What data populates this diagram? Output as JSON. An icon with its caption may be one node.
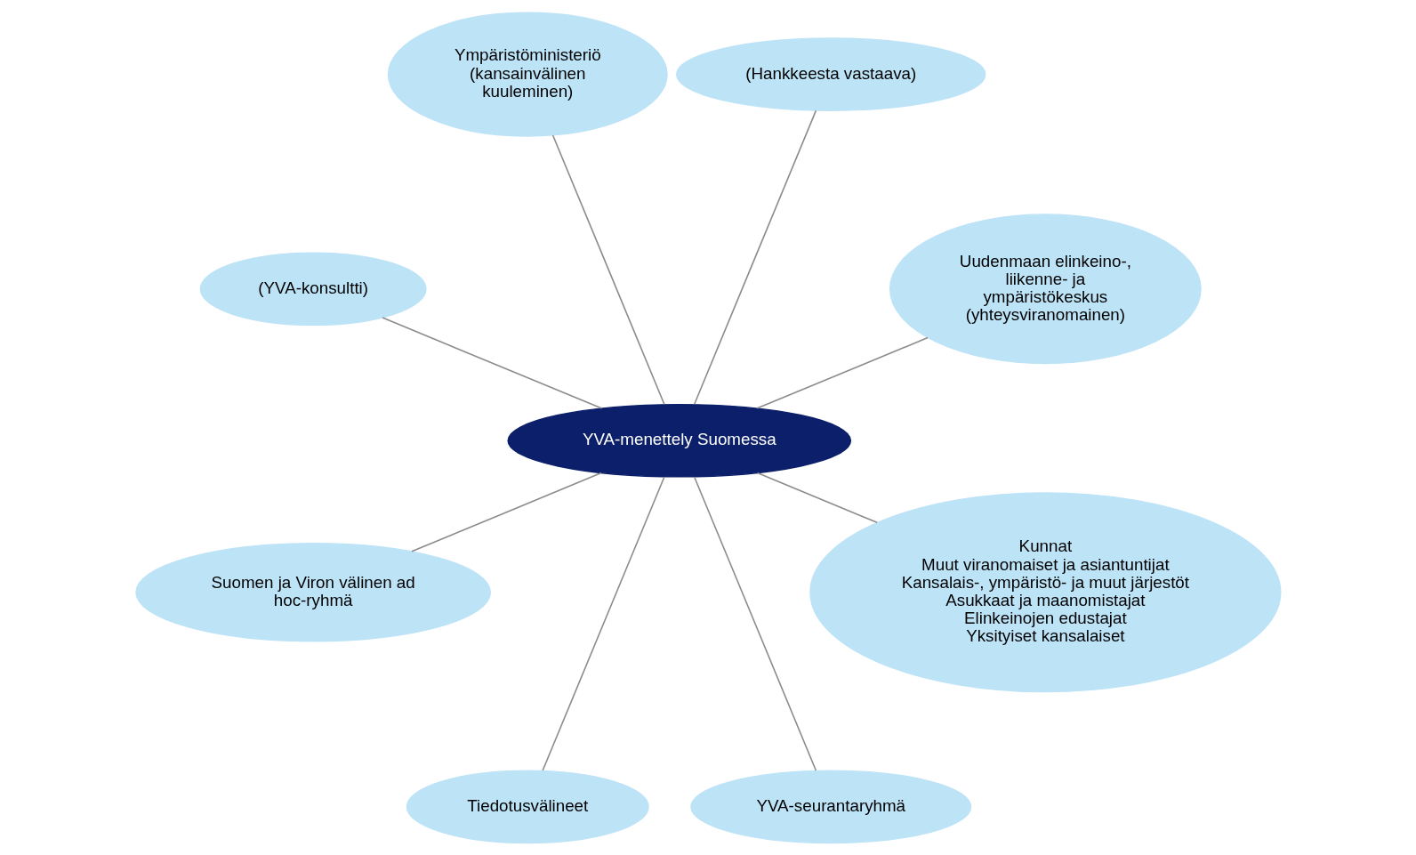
{
  "diagram": {
    "nodes": [
      {
        "text": [
          "Uudenmaan elinkeino-, liikenne- ja ympäristökeskus (yhteysviranomainen)"
        ]
      },
      {
        "text": [
          "(Hankkeesta vastaava)"
        ]
      },
      {
        "text": [
          "Ympäristöministeriö (kansainvälinen kuuleminen)"
        ]
      },
      {
        "text": [
          "(YVA-konsultti)"
        ]
      },
      {
        "text": [
          "YVA-menettely Suomessa"
        ]
      },
      {
        "text": [
          "Suomen ja Viron välinen ad hoc-ryhmä"
        ]
      },
      {
        "text": [
          "Tiedotusvälineet"
        ]
      },
      {
        "text": [
          "YVA-seurantaryhmä"
        ]
      },
      {
        "text": [
          "Kunnat",
          "Muut viranomaiset ja asiantuntijat",
          "Kansalais-, ympäristö- ja muut järjestöt",
          "Asukkaat ja maanomistajat",
          "Elinkeinojen edustajat",
          "Yksityiset kansalaiset"
        ]
      }
    ],
    "edges": [
      {
        "from": 4,
        "to": 0,
        "arrow": "none"
      },
      {
        "from": 4,
        "to": 1,
        "arrow": "none"
      },
      {
        "from": 4,
        "to": 2,
        "arrow": "none"
      },
      {
        "from": 4,
        "to": 3,
        "arrow": "none"
      },
      {
        "from": 4,
        "to": 5,
        "arrow": "none"
      },
      {
        "from": 4,
        "to": 6,
        "arrow": "none"
      },
      {
        "from": 4,
        "to": 7,
        "arrow": "none"
      },
      {
        "from": 4,
        "to": 8,
        "arrow": "none"
      }
    ]
  }
}
